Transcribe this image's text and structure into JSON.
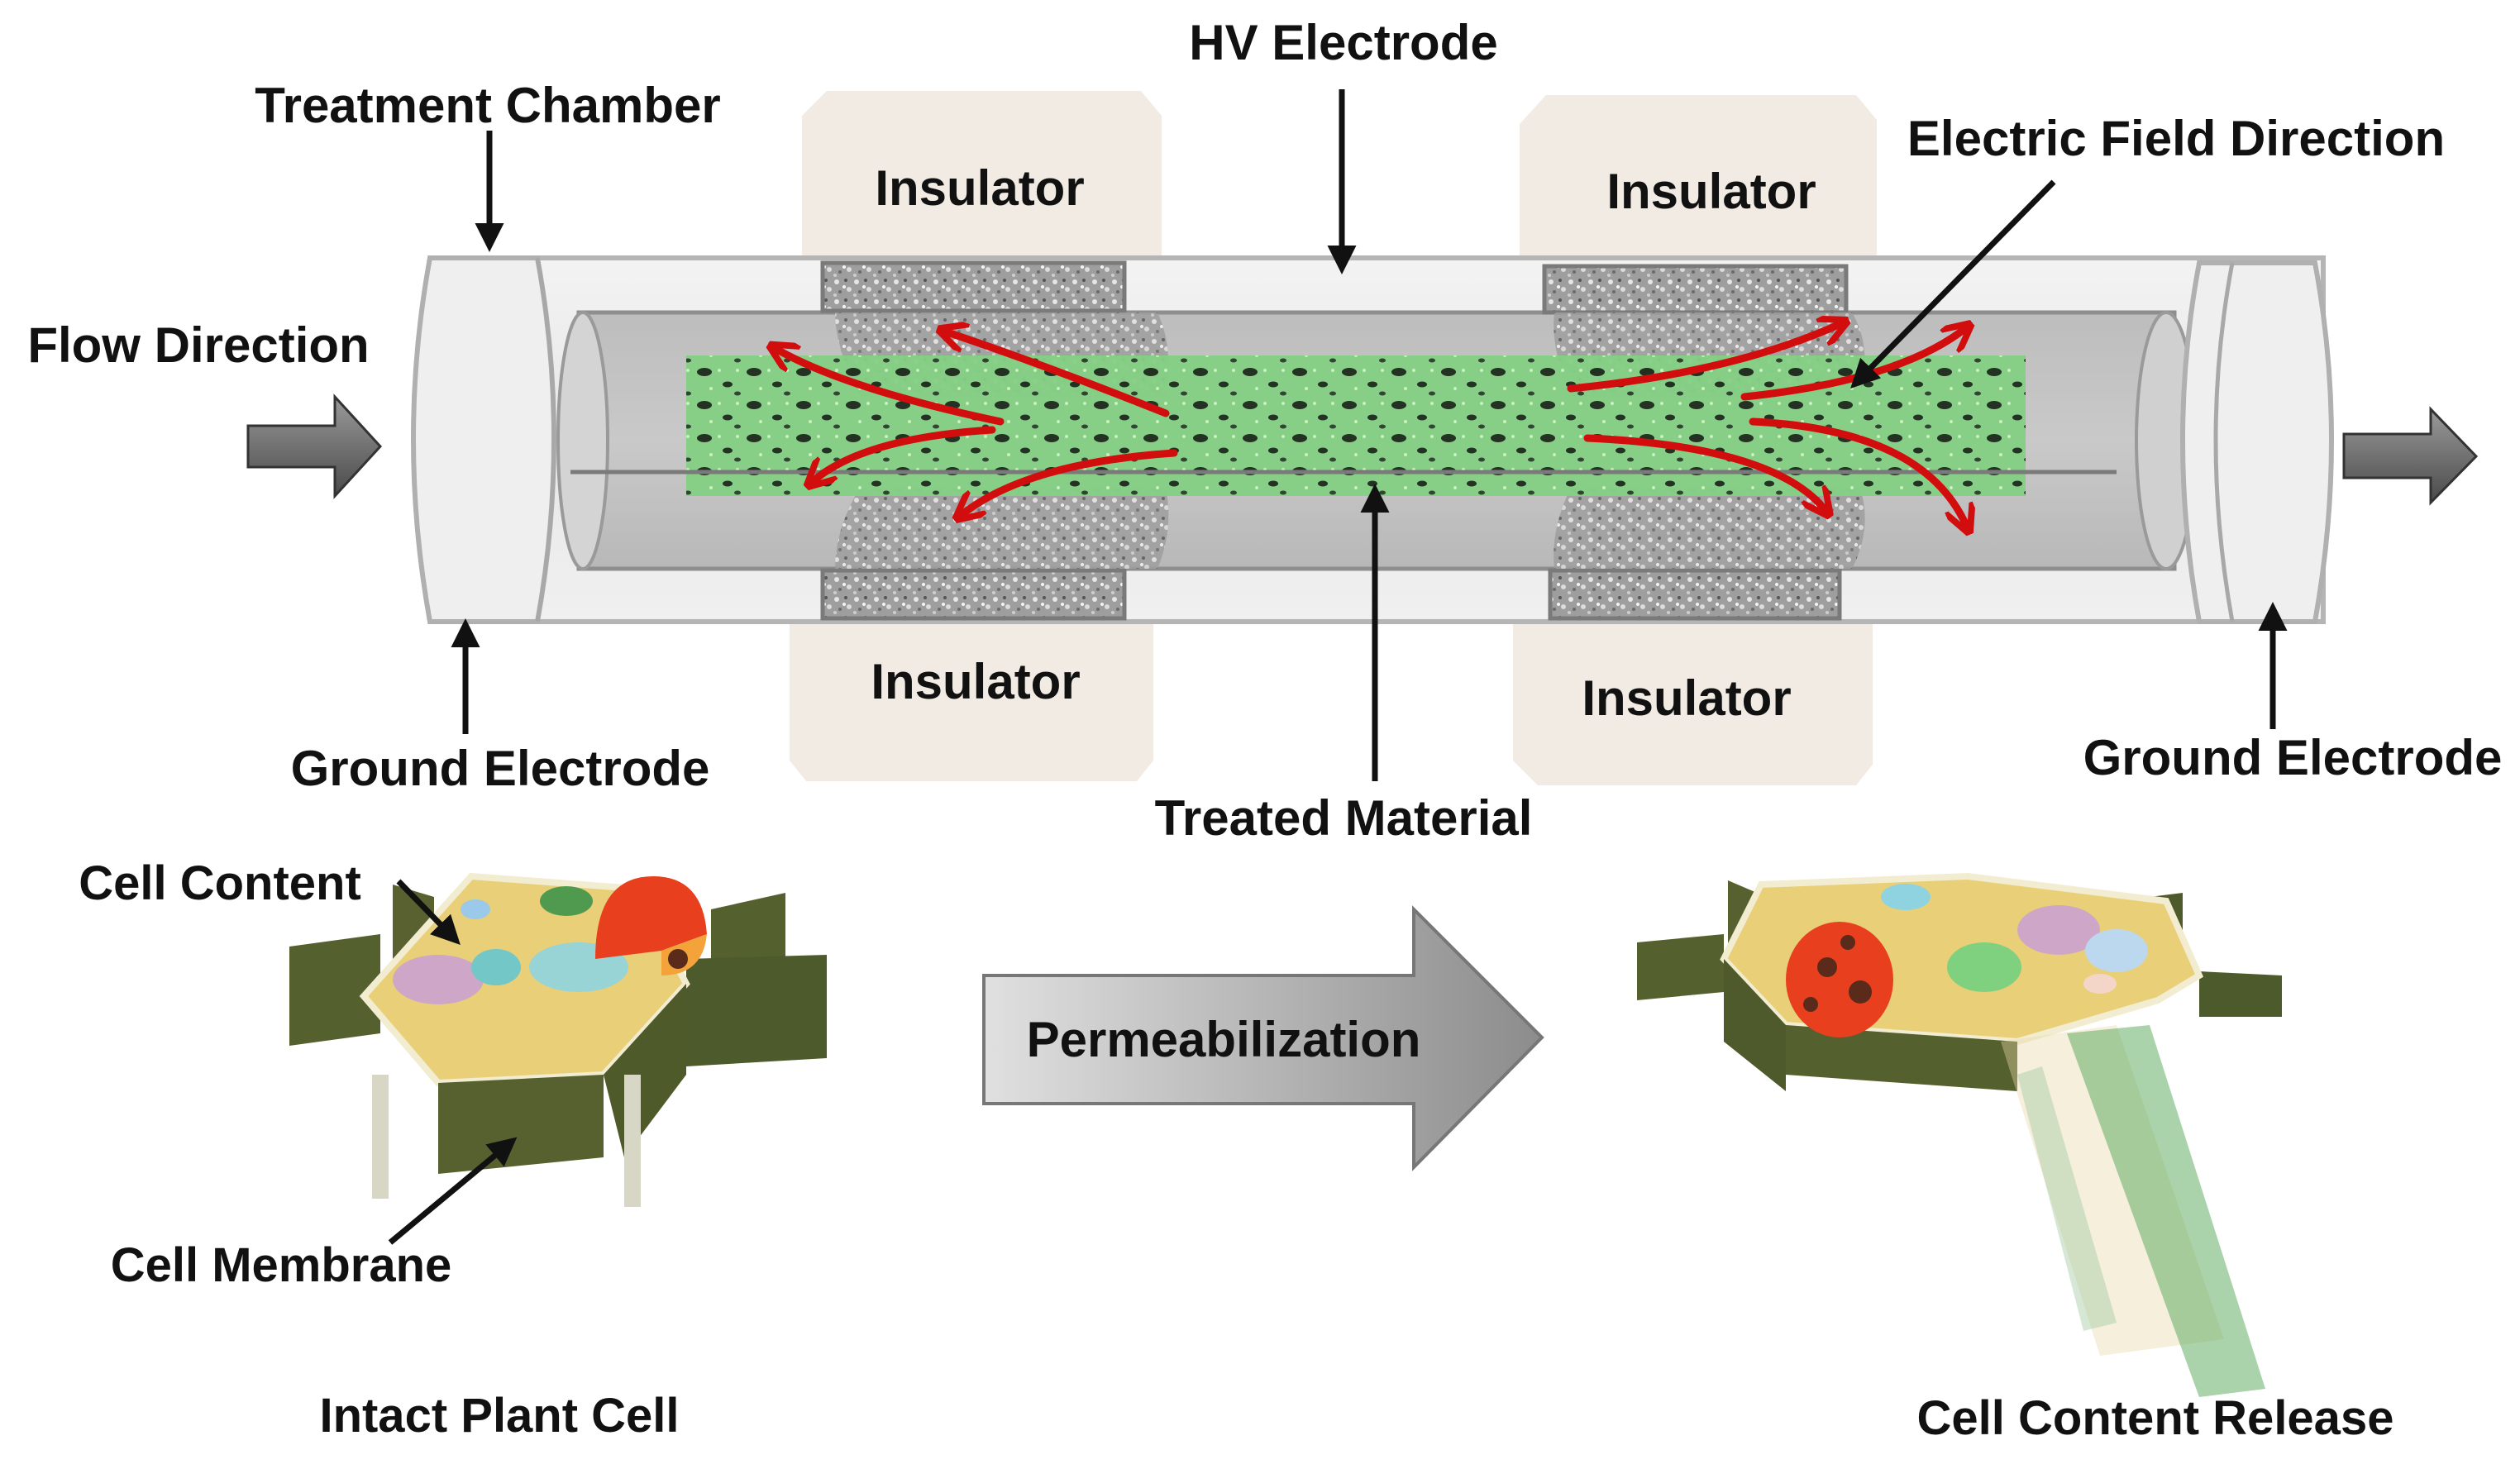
{
  "title": "Pulsed electric field treatment chamber and cell permeabilization",
  "labels": {
    "treatment_chamber": "Treatment Chamber",
    "hv_electrode": "HV Electrode",
    "electric_field_direction": "Electric Field Direction",
    "flow_direction": "Flow Direction",
    "ground_electrode_left": "Ground Electrode",
    "ground_electrode_right": "Ground Electrode",
    "treated_material": "Treated Material",
    "insulator_top_left": "Insulator",
    "insulator_top_right": "Insulator",
    "insulator_bottom_left": "Insulator",
    "insulator_bottom_right": "Insulator",
    "cell_content": "Cell Content",
    "cell_membrane": "Cell Membrane",
    "intact_plant_cell": "Intact Plant Cell",
    "permeabilization": "Permeabilization",
    "cell_content_release": "Cell Content Release"
  },
  "colors": {
    "field_arrows": "#d10d0d",
    "treated_material": "#7fd07f",
    "insulator": "#f2ebe4",
    "electrode_texture": "#9a9a9a",
    "chamber": "#e4e4e4",
    "cell_wall": "#5a6131",
    "cytoplasm": "#e9cf77",
    "nucleus": "#e8401f"
  }
}
